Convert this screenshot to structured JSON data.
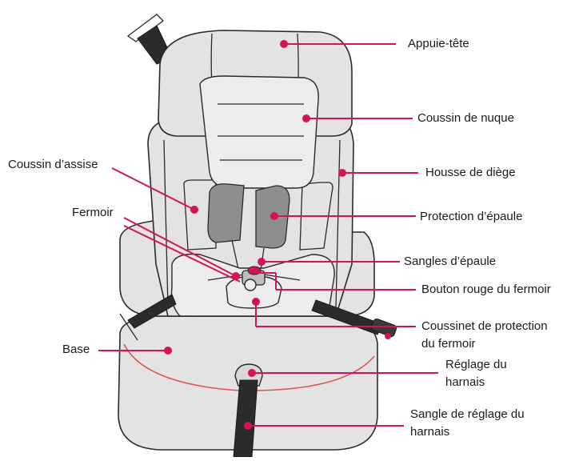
{
  "colors": {
    "leader": "#d3135a",
    "seat_fill": "#e3e3e3",
    "strap_fill": "#8e8e8e",
    "belt_fill": "#2b2b2b",
    "clasp_button": "#d3135a",
    "base_line": "#e05050"
  },
  "labels": {
    "headrest": "Appuie-tête",
    "neck_cushion": "Coussin de nuque",
    "seat_cushion": "Coussin d’assise",
    "seat_cover": "Housse de diège",
    "clasp": "Fermoir",
    "shoulder_protection": "Protection d’épaule",
    "shoulder_straps": "Sangles d’épaule",
    "clasp_red_button": "Bouton rouge du fermoir",
    "clasp_pad_line1": "Coussinet  de protection",
    "clasp_pad_line2": "du fermoir",
    "base": "Base",
    "harness_adjust_line1": "Réglage du",
    "harness_adjust_line2": "harnais",
    "harness_strap_line1": "Sangle de réglage du",
    "harness_strap_line2": "harnais"
  }
}
